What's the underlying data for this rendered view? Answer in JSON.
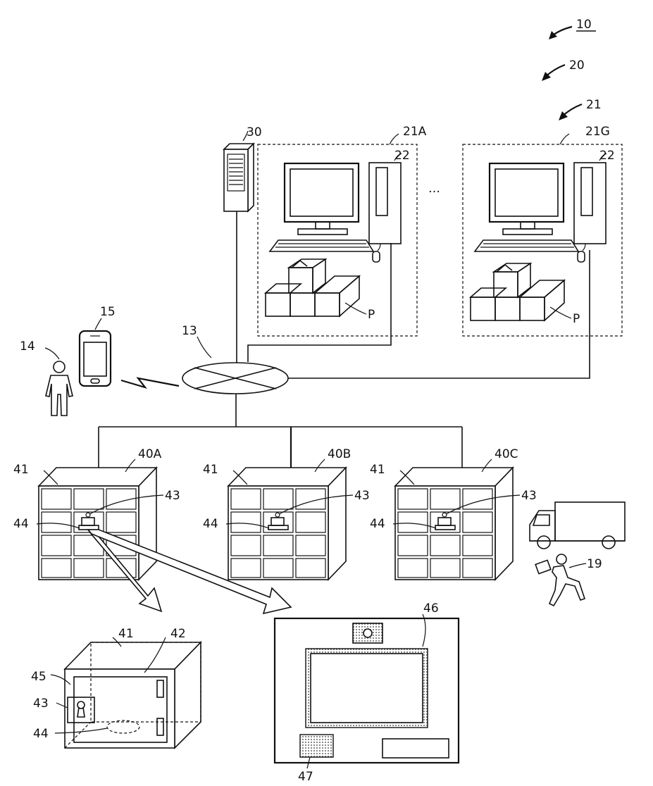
{
  "labels": {
    "system": "10",
    "seller_side": "20",
    "seller_terminals": "21",
    "terminal_a": "21A",
    "terminal_g": "21G",
    "pc_a": "22",
    "pc_g": "22",
    "ellipsis": "…",
    "server": "30",
    "package_a": "P",
    "package_g": "P",
    "phone": "15",
    "network": "13",
    "user": "14",
    "locker_a": "40A",
    "locker_b": "40B",
    "locker_c": "40C",
    "box_a": "41",
    "box_b": "41",
    "box_c": "41",
    "lock_a": "43",
    "lock_b": "43",
    "lock_c": "43",
    "sensor_a": "44",
    "sensor_b": "44",
    "sensor_c": "44",
    "courier": "19",
    "detail_box": "41",
    "detail_door": "42",
    "detail_45": "45",
    "detail_lock": "43",
    "detail_sensor": "44",
    "panel_display": "46",
    "panel_reader": "47"
  }
}
